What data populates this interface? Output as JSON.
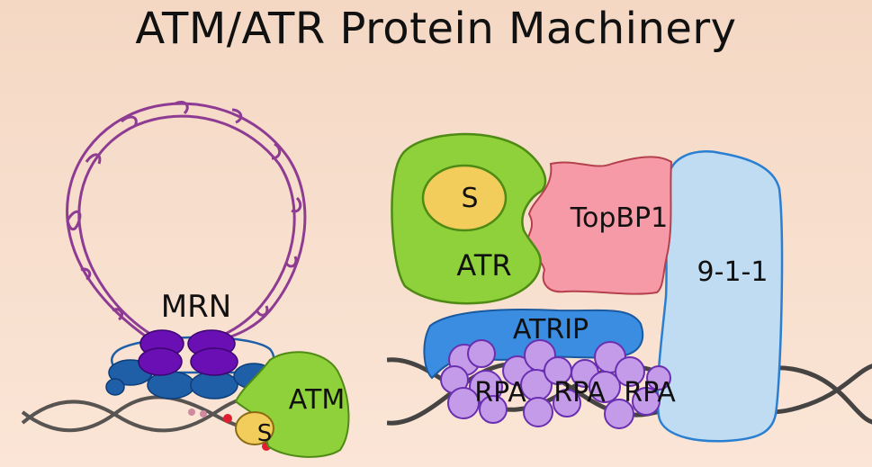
{
  "title": "ATM/ATR Protein Machinery",
  "labels": {
    "mrn": "MRN",
    "atm": "ATM",
    "atm_s": "S",
    "atr": "ATR",
    "atr_s": "S",
    "topbp1": "TopBP1",
    "nine_one_one": "9-1-1",
    "atrip": "ATRIP",
    "rpa": [
      "RPA",
      "RPA",
      "RPA"
    ]
  },
  "colors": {
    "dna_loop": "#8e3c93",
    "dna_helix": "#3b3b3b",
    "mrn_purple": "#6a0fb3",
    "mrn_blue": "#1f5fa8",
    "atm_green": "#8fd13a",
    "s_domain": "#f2cd5c",
    "atr_green": "#8fd13a",
    "topbp1_pink": "#f59aa6",
    "nine_one_one_blue": "#bfdcf2",
    "atrip_blue": "#3a8de0",
    "rpa_lavender": "#c49be8"
  }
}
